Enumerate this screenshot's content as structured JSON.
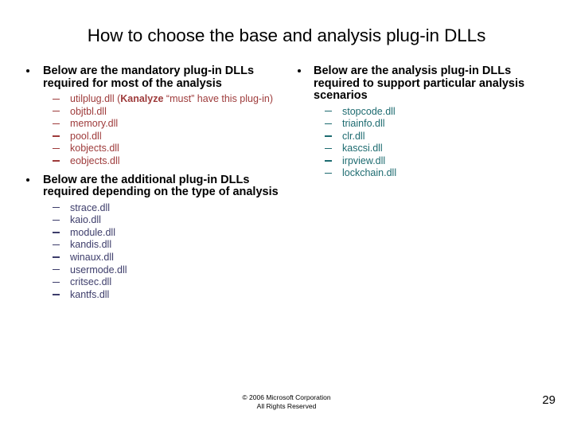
{
  "slide": {
    "title": "How to choose the base and analysis plug-in DLLs",
    "page_number": "29",
    "footer_line1": "© 2006 Microsoft Corporation",
    "footer_line2": "All Rights Reserved",
    "bullet_glyph": "•",
    "dash_glyph": "–"
  },
  "left_column": {
    "bullet1": {
      "text": "Below are the mandatory plug-in DLLs required for most of the analysis",
      "color": "#9e3b3b",
      "items": [
        {
          "prefix": "utilplug.dll (",
          "emphasis": "Kanalyze",
          "suffix": " “must” have this plug-in)"
        },
        {
          "text": "objtbl.dll"
        },
        {
          "text": "memory.dll"
        },
        {
          "text": "pool.dll"
        },
        {
          "text": "kobjects.dll"
        },
        {
          "text": "eobjects.dll"
        }
      ]
    },
    "bullet2": {
      "text": "Below are the additional plug-in DLLs required depending on the type of analysis",
      "color": "#3d3d6b",
      "items": [
        {
          "text": "strace.dll"
        },
        {
          "text": "kaio.dll"
        },
        {
          "text": "module.dll"
        },
        {
          "text": "kandis.dll"
        },
        {
          "text": "winaux.dll"
        },
        {
          "text": "usermode.dll"
        },
        {
          "text": "critsec.dll"
        },
        {
          "text": "kantfs.dll"
        }
      ]
    }
  },
  "right_column": {
    "bullet1": {
      "text": "Below are the analysis plug-in DLLs required to support particular analysis scenarios",
      "color": "#1d6b70",
      "items": [
        {
          "text": "stopcode.dll"
        },
        {
          "text": "triainfo.dll"
        },
        {
          "text": "clr.dll"
        },
        {
          "text": "kascsi.dll"
        },
        {
          "text": "irpview.dll"
        },
        {
          "text": "lockchain.dll"
        }
      ]
    }
  }
}
